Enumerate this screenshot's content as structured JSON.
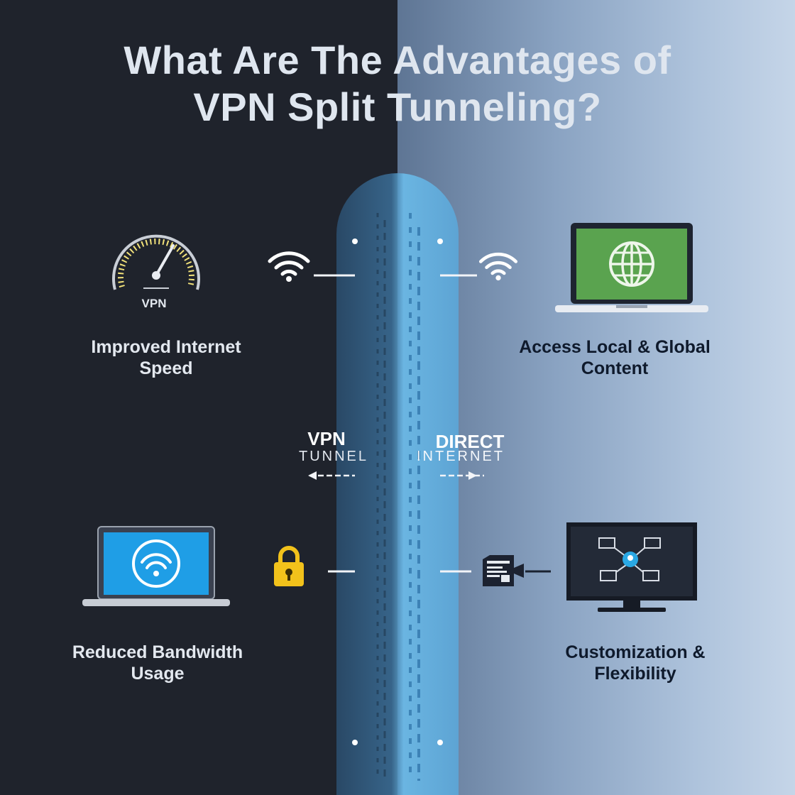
{
  "title": {
    "line1": "What Are The Advantages of",
    "line2": "VPN Split Tunneling?"
  },
  "tunnel_labels": {
    "vpn_big": "VPN",
    "vpn_small": "TUNNEL",
    "direct_big": "DIRECT",
    "direct_small": "INTERNET"
  },
  "advantages": {
    "speed": {
      "line1": "Improved Internet",
      "line2": "Speed",
      "gauge_text": "VPN",
      "icon": "speedometer-icon"
    },
    "content": {
      "line1": "Access Local & Global",
      "line2": "Content",
      "icon": "laptop-globe-icon"
    },
    "bandwidth": {
      "line1": "Reduced Bandwidth",
      "line2": "Usage",
      "icon": "laptop-wifi-icon"
    },
    "custom": {
      "line1": "Customization &",
      "line2": "Flexibility",
      "icon": "monitor-network-icon"
    }
  },
  "colors": {
    "left_bg": "#1f232c",
    "right_bg": "#8aa3c2",
    "tunnel_glow": "#5ab8ee",
    "gauge_accent": "#f2e27a",
    "lock": "#f2c21b",
    "laptop_screen_blue": "#1f9ee6",
    "laptop_screen_green": "#5aa34f"
  }
}
